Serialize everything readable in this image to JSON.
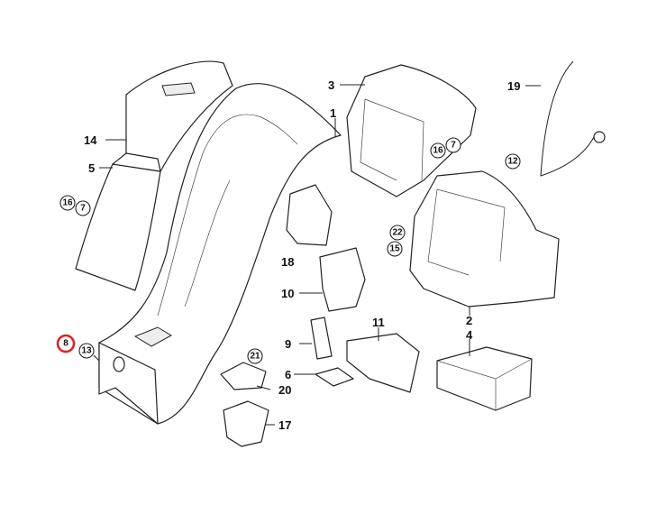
{
  "diagram": {
    "highlight_color": "#e02020",
    "highlighted_label": "8",
    "labels": {
      "l1": "1",
      "l2": "2",
      "l3": "3",
      "l4": "4",
      "l5": "5",
      "l6": "6",
      "l9": "9",
      "l10": "10",
      "l11": "11",
      "l14": "14",
      "l17": "17",
      "l18": "18",
      "l19": "19",
      "l20": "20"
    },
    "circled": {
      "c8": "8",
      "c13": "13",
      "c16a": "16",
      "c7a": "7",
      "c16b": "16",
      "c7b": "7",
      "c12": "12",
      "c22": "22",
      "c15": "15",
      "c21": "21"
    }
  }
}
